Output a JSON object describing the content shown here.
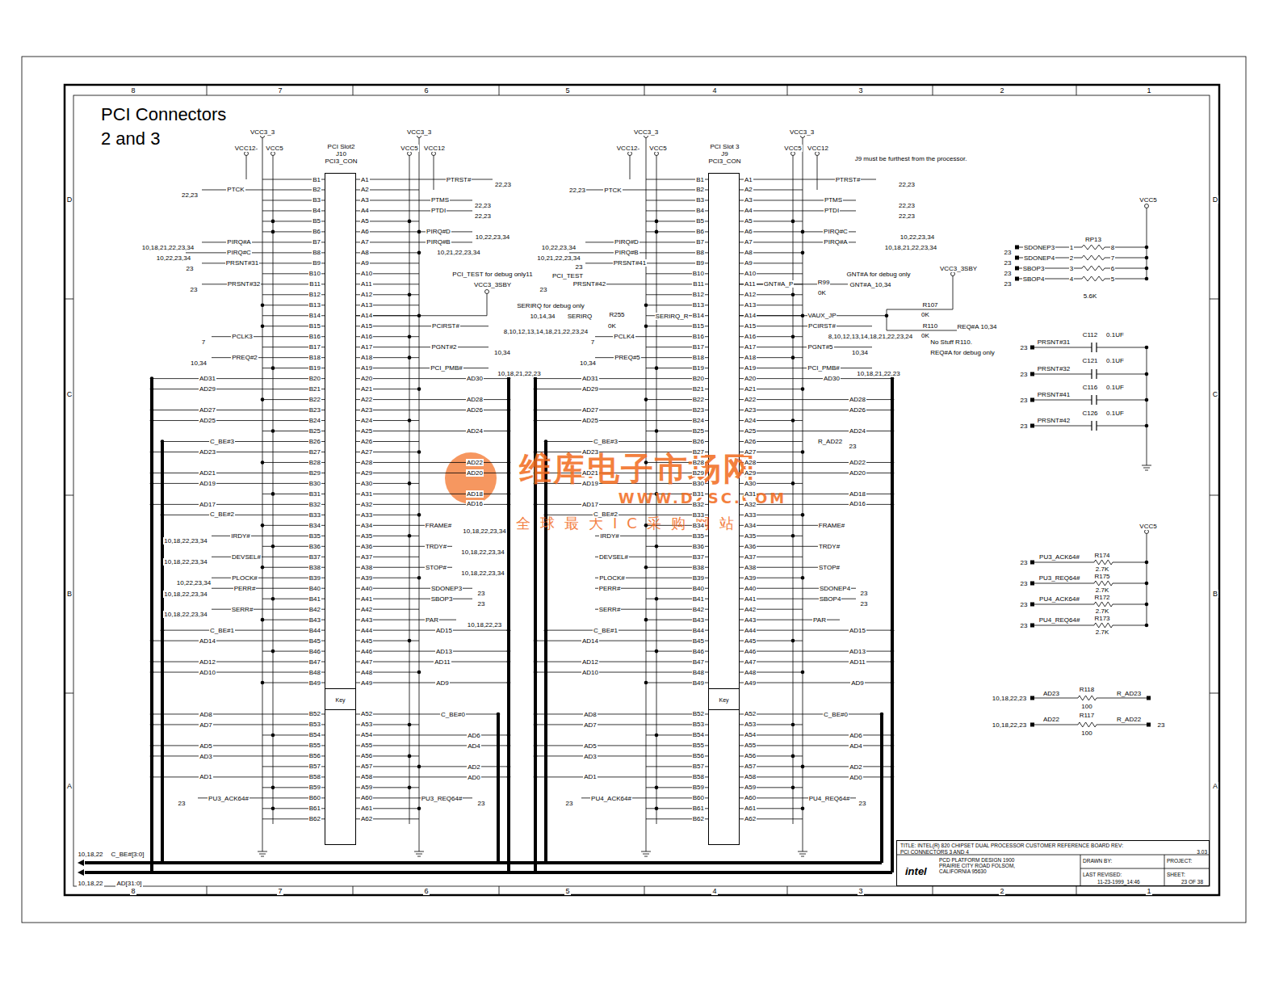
{
  "diagram": {
    "title": "PCI Connectors 2 and 3",
    "nodes": [
      {
        "text": [
          "PCI Slot2",
          "J10",
          "PCI3_CON"
        ]
      },
      {
        "text": [
          "Key"
        ],
        "in": 0
      },
      {
        "text": [
          "PCI Slot 3",
          "J9",
          "PCI3_CON"
        ]
      },
      {
        "text": [
          "Key"
        ],
        "in": 2
      },
      {
        "text": [
          "TITLE: INTEL(R) 820 CHIPSET DUAL PROCESSOR CUSTOMER REFERENCE BOARD REV:",
          "PCI CONNECTORS 3 AND 4",
          "3.03",
          "intel",
          "PCD PLATFORM DESIGN 1900 PRAIRIE CITY ROAD FOLSOM, CALIFORNIA 95630",
          "DRAWN BY:",
          "PROJECT:",
          "LAST REVISED:",
          "11-23-1999_14:46",
          "SHEET:",
          "23 OF 38"
        ]
      }
    ],
    "labels": [
      "B1",
      "B2",
      "B3",
      "B4",
      "B5",
      "B6",
      "B7",
      "B8",
      "B9",
      "B10",
      "B11",
      "B12",
      "B13",
      "B14",
      "B15",
      "B16",
      "B17",
      "B18",
      "B19",
      "B20",
      "B21",
      "B22",
      "B23",
      "B24",
      "B25",
      "B26",
      "B27",
      "B28",
      "B29",
      "B30",
      "B31",
      "B32",
      "B33",
      "B34",
      "B35",
      "B36",
      "B37",
      "B38",
      "B39",
      "B40",
      "B41",
      "B42",
      "B43",
      "B44",
      "B45",
      "B46",
      "B47",
      "B48",
      "B49",
      "B52",
      "B53",
      "B54",
      "B55",
      "B56",
      "B57",
      "B58",
      "B59",
      "B60",
      "B61",
      "B62",
      "A1",
      "A2",
      "A3",
      "A4",
      "A5",
      "A6",
      "A7",
      "A8",
      "A9",
      "A10",
      "A11",
      "A12",
      "A13",
      "A14",
      "A15",
      "A16",
      "A17",
      "A18",
      "A19",
      "A20",
      "A21",
      "A22",
      "A23",
      "A24",
      "A25",
      "A26",
      "A27",
      "A28",
      "A29",
      "A30",
      "A31",
      "A32",
      "A33",
      "A34",
      "A35",
      "A36",
      "A37",
      "A38",
      "A39",
      "A40",
      "A41",
      "A42",
      "A43",
      "A44",
      "A45",
      "A46",
      "A47",
      "A48",
      "A49",
      "A52",
      "A53",
      "A54",
      "A55",
      "A56",
      "A57",
      "A58",
      "A59",
      "A60",
      "A61",
      "A62",
      "B1",
      "B2",
      "B3",
      "B4",
      "B5",
      "B6",
      "B7",
      "B8",
      "B9",
      "B10",
      "B11",
      "B12",
      "B13",
      "B14",
      "B15",
      "B16",
      "B17",
      "B18",
      "B19",
      "B20",
      "B21",
      "B22",
      "B23",
      "B24",
      "B25",
      "B26",
      "B27",
      "B28",
      "B29",
      "B30",
      "B31",
      "B32",
      "B33",
      "B34",
      "B35",
      "B36",
      "B37",
      "B38",
      "B39",
      "B40",
      "B41",
      "B42",
      "B43",
      "B44",
      "B45",
      "B46",
      "B47",
      "B48",
      "B49",
      "B52",
      "B53",
      "B54",
      "B55",
      "B56",
      "B57",
      "B58",
      "B59",
      "B60",
      "B61",
      "B62",
      "A1",
      "A2",
      "A3",
      "A4",
      "A5",
      "A6",
      "A7",
      "A8",
      "A9",
      "A10",
      "A11",
      "A12",
      "A13",
      "A14",
      "A15",
      "A16",
      "A17",
      "A18",
      "A19",
      "A20",
      "A21",
      "A22",
      "A23",
      "A24",
      "A25",
      "A26",
      "A27",
      "A28",
      "A29",
      "A30",
      "A31",
      "A32",
      "A33",
      "A34",
      "A35",
      "A36",
      "A37",
      "A38",
      "A39",
      "A40",
      "A41",
      "A42",
      "A43",
      "A44",
      "A45",
      "A46",
      "A47",
      "A48",
      "A49",
      "A52",
      "A53",
      "A54",
      "A55",
      "A56",
      "A57",
      "A58",
      "A59",
      "A60",
      "A61",
      "A62",
      "VCC3_3",
      "VCC12-",
      "VCC5",
      "VCC3_3",
      "VCC5",
      "VCC12",
      "PTCK",
      "22,23",
      "PIRQ#A",
      "10,18,21,22,23,34",
      "PIRQ#C",
      "10,22,23,34",
      "PRSNT#31",
      "23",
      "PRSNT#32",
      "23",
      "PCLK3",
      "7",
      "PREQ#2",
      "10,34",
      "AD31",
      "AD29",
      "AD27",
      "AD25",
      "C_BE#3",
      "AD23",
      "AD21",
      "AD19",
      "AD17",
      "C_BE#2",
      "IRDY#",
      "10,18,22,23,34",
      "DEVSEL#",
      "10,18,22,23,34",
      "PLOCK#",
      "10,22,23,34",
      "PERR#",
      "10,18,22,23,34",
      "SERR#",
      "10,18,22,23,34",
      "C_BE#1",
      "AD14",
      "AD12",
      "AD10",
      "AD8",
      "AD7",
      "AD5",
      "AD3",
      "AD1",
      "PU3_ACK64#",
      "23",
      "PTRST#",
      "22,23",
      "PTMS",
      "22,23",
      "PTDI",
      "22,23",
      "PIRQ#D",
      "10,22,23,34",
      "PIRQ#B",
      "10,21,22,23,34",
      "PCI_TEST for debug only11",
      "VCC3_3SBY",
      "PCIRST#",
      "8,10,12,13,14,18,21,22,23,24",
      "PGNT#2",
      "10,34",
      "PCI_PMB#",
      "10,18,21,22,23",
      "AD30",
      "AD28",
      "AD26",
      "AD24",
      "AD22",
      "AD20",
      "AD18",
      "AD16",
      "FRAME#",
      "10,18,22,23,34",
      "TRDY#",
      "10,18,22,23,34",
      "STOP#",
      "10,18,22,23,34",
      "SDONEP3",
      "23",
      "SBOP3",
      "23",
      "PAR",
      "10,18,22,23",
      "AD15",
      "AD13",
      "AD11",
      "AD9",
      "C_BE#0",
      "AD6",
      "AD4",
      "AD2",
      "AD0",
      "PU3_REQ64#",
      "23",
      "VCC3_3",
      "VCC12-",
      "VCC5",
      "VCC3_3",
      "VCC5",
      "VCC12",
      "J9 must be furthest from the processor.",
      "PTCK",
      "22,23",
      "PIRQ#D",
      "10,22,23,34",
      "PIRQ#B",
      "10,21,22,23,34",
      "PRSNT#41",
      "23",
      "PCI_TEST",
      "PRSNT#42",
      "23",
      "SERIRQ for debug only",
      "10,14,34",
      "SERIRQ",
      "R255",
      "0K",
      "SERIRQ_R",
      "PCLK4",
      "7",
      "PREQ#5",
      "10,34",
      "AD31",
      "AD29",
      "AD27",
      "AD25",
      "C_BE#3",
      "AD23",
      "AD21",
      "AD19",
      "AD17",
      "C_BE#2",
      "IRDY#",
      "DEVSEL#",
      "PLOCK#",
      "PERR#",
      "SERR#",
      "C_BE#1",
      "AD14",
      "AD12",
      "AD10",
      "AD8",
      "AD7",
      "AD5",
      "AD3",
      "AD1",
      "PU4_ACK64#",
      "23",
      "PTRST#",
      "22,23",
      "PTMS",
      "22,23",
      "PTDI",
      "22,23",
      "PIRQ#C",
      "10,22,23,34",
      "PIRQ#A",
      "10,18,21,22,23,34",
      "GNT#A for debug only",
      "GNT#A_P",
      "R99",
      "0K",
      "GNT#A_10,34",
      "VCC3_3SBY",
      "VAUX_JP",
      "R107",
      "0K",
      "PCIRST#",
      "R110",
      "0K",
      "REQ#A 10,34",
      "8,10,12,13,14,18,21,22,23,24",
      "No Stuff R110.",
      "REQ#A for debug only",
      "PGNT#5",
      "10,34",
      "PCI_PMB#",
      "10,18,21,22,23",
      "AD30",
      "AD28",
      "AD26",
      "AD24",
      "R_AD22",
      "23",
      "AD22",
      "AD20",
      "AD18",
      "AD16",
      "FRAME#",
      "TRDY#",
      "STOP#",
      "SDONEP4",
      "23",
      "SBOP4",
      "23",
      "PAR",
      "AD15",
      "AD13",
      "AD11",
      "AD9",
      "C_BE#0",
      "AD6",
      "AD4",
      "AD2",
      "AD0",
      "PU4_REQ64#",
      "23",
      "VCC5",
      "RP13",
      "SDONEP3",
      "1",
      "8",
      "SDONEP4",
      "2",
      "7",
      "SBOP3",
      "3",
      "6",
      "SBOP4",
      "4",
      "5",
      "5.6K",
      "23",
      "23",
      "23",
      "23",
      "PRSNT#31",
      "23",
      "C112",
      "0.1UF",
      "PRSNT#32",
      "23",
      "C121",
      "0.1UF",
      "PRSNT#41",
      "23",
      "C116",
      "0.1UF",
      "PRSNT#42",
      "23",
      "C126",
      "0.1UF",
      "VCC5",
      "PU3_ACK64#",
      "23",
      "R174",
      "2.7K",
      "PU3_REQ64#",
      "23",
      "R175",
      "2.7K",
      "PU4_ACK64#",
      "23",
      "R172",
      "2.7K",
      "PU4_REQ64#",
      "23",
      "R173",
      "2.7K",
      "10,18,22,23",
      "AD23",
      "R118",
      "100",
      "R_AD23",
      "10,18,22,23",
      "AD22",
      "R117",
      "100",
      "R_AD22",
      "23",
      "10,18,22",
      "C_BE#[3:0]",
      "10,18,22",
      "AD[31:0]",
      "8",
      "7",
      "6",
      "5",
      "4",
      "3",
      "2",
      "1",
      "8",
      "7",
      "6",
      "5",
      "4",
      "3",
      "2",
      "1",
      "D",
      "C",
      "B",
      "A",
      "D",
      "C",
      "B",
      "A",
      "维库电子市场网",
      "WWW.DZSC.COM",
      "全球最大IC采购网站"
    ]
  }
}
